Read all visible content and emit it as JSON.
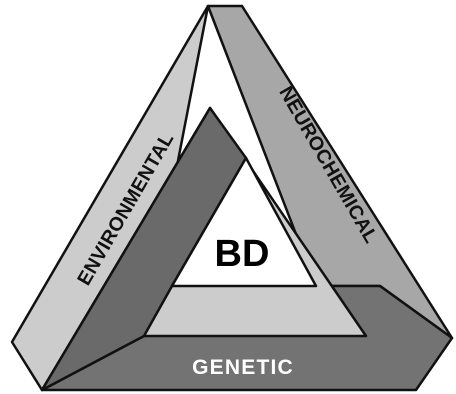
{
  "labels": {
    "left": "ENVIRONMENTAL",
    "right": "NEUROCHEMICAL",
    "bottom": "GENETIC",
    "center": "BD"
  },
  "colors": {
    "left_face": "#cccccc",
    "right_face": "#a7a7a7",
    "bottom_face": "#737373",
    "inner_face": "#6a6a6a",
    "outline": "#111111",
    "center_fill": "#ffffff"
  }
}
